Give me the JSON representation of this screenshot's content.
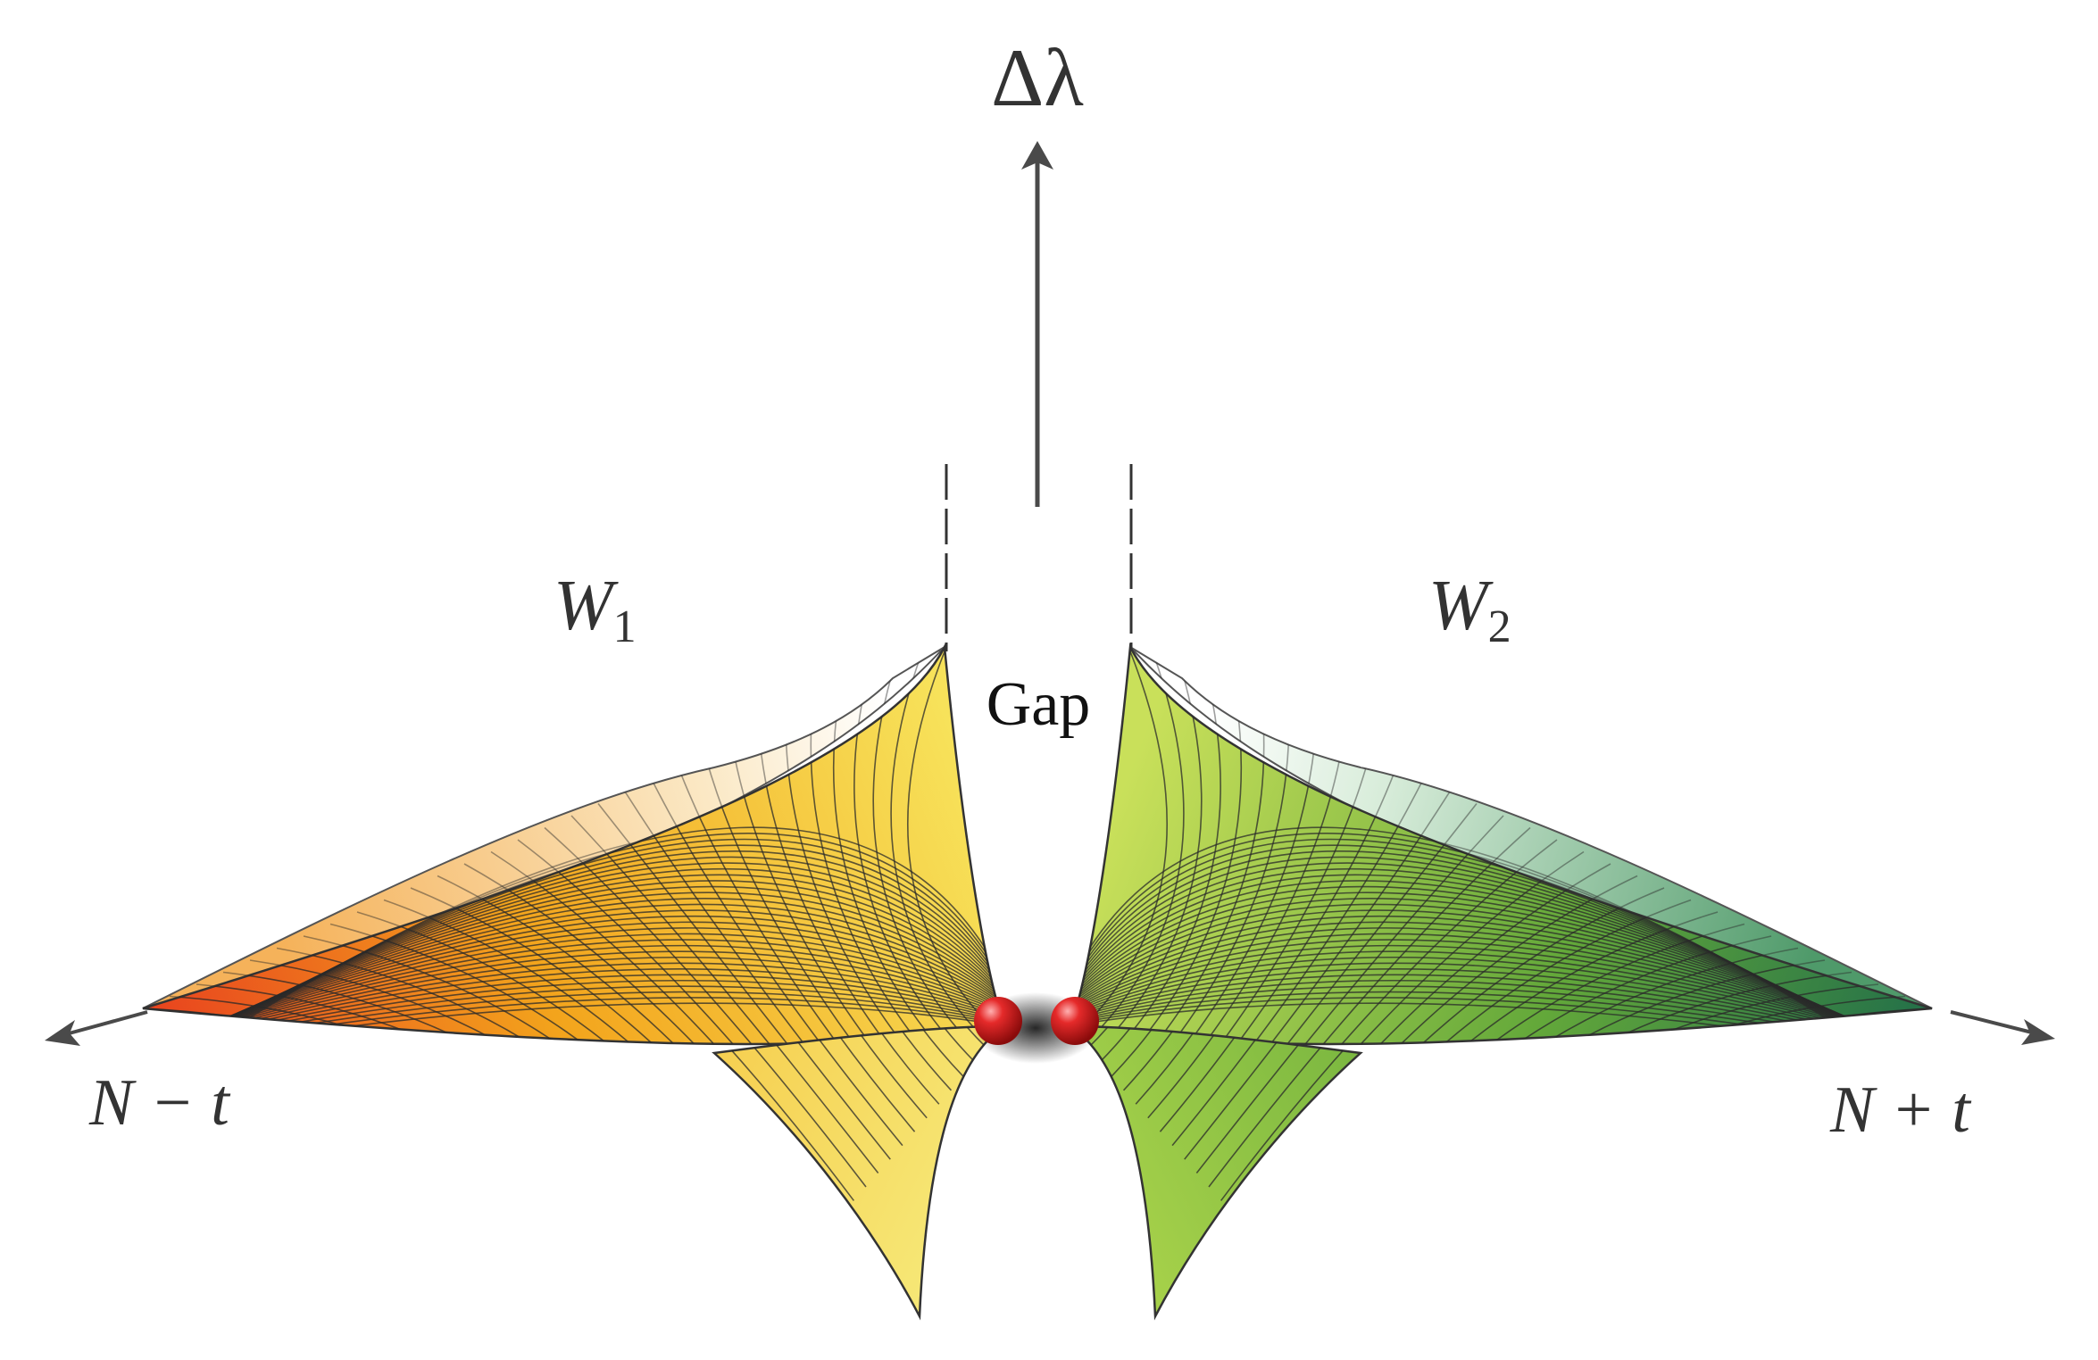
{
  "labels": {
    "vertical_axis": "Δλ",
    "left_surface_name": "W",
    "left_surface_sub": "1",
    "right_surface_name": "W",
    "right_surface_sub": "2",
    "gap": "Gap",
    "left_axis": "N − t",
    "right_axis": "N + t"
  },
  "colors": {
    "axis": "#4a4a4a",
    "left_surface_outer": "#e8401e",
    "left_surface_mid": "#f3a41c",
    "left_surface_inner": "#f7e25a",
    "right_surface_outer": "#1e6b4a",
    "right_surface_mid": "#63a83a",
    "right_surface_inner": "#c9e05a",
    "marker_sphere": "#d81e1e"
  },
  "icons": {
    "markers": "red-sphere"
  }
}
